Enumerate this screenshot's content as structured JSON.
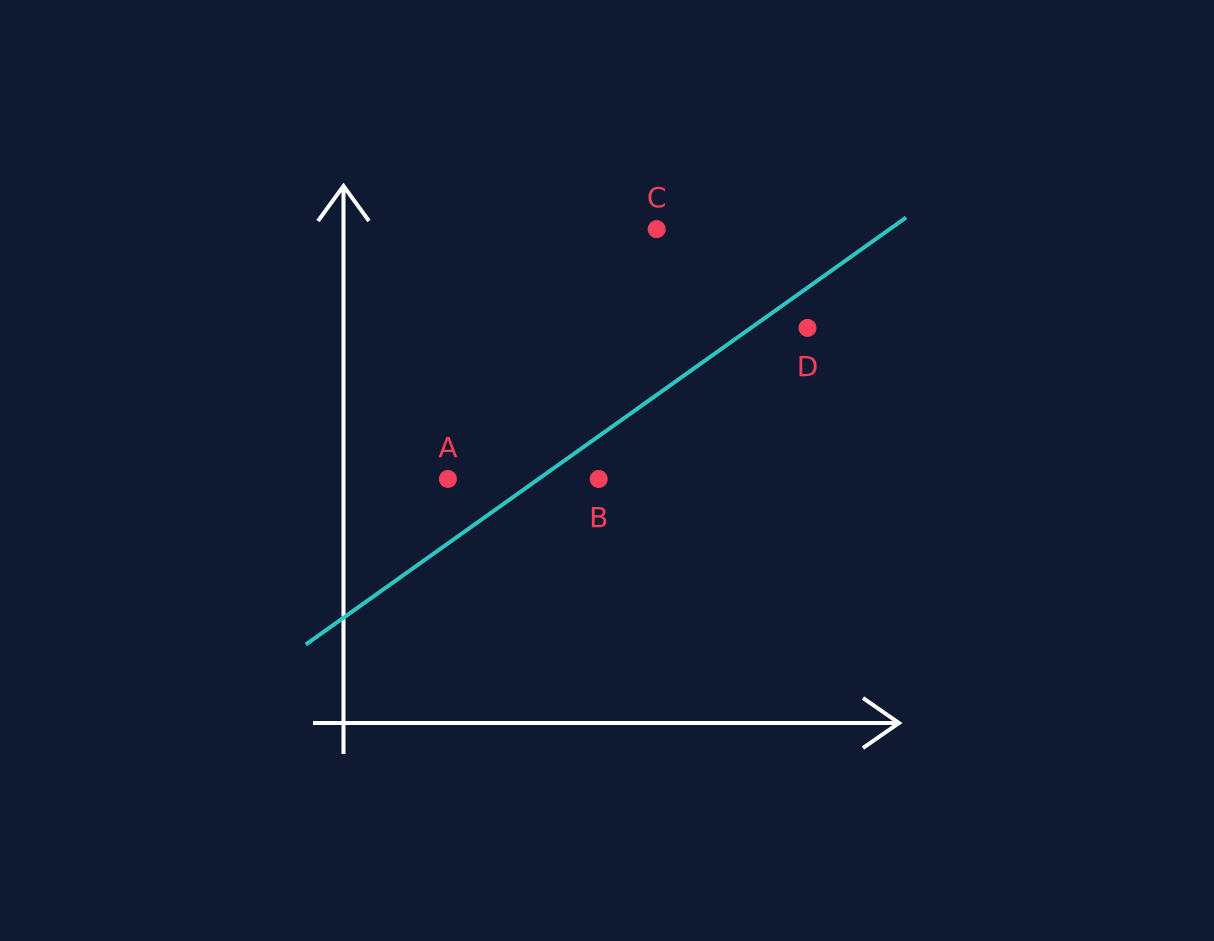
{
  "colors": {
    "background": "#0f1932",
    "axis": "#ffffff",
    "line": "#2ec4c0",
    "point": "#f4405a"
  },
  "chart_data": {
    "type": "scatter",
    "title": "",
    "xlabel": "",
    "ylabel": "",
    "grid": false,
    "xlim": [
      0,
      10
    ],
    "ylim": [
      0,
      10
    ],
    "points": [
      {
        "label": "A",
        "x": 1.8,
        "y": 4.2,
        "label_position": "above"
      },
      {
        "label": "B",
        "x": 4.4,
        "y": 4.2,
        "label_position": "below"
      },
      {
        "label": "C",
        "x": 5.4,
        "y": 8.5,
        "label_position": "above"
      },
      {
        "label": "D",
        "x": 8.0,
        "y": 6.8,
        "label_position": "below"
      }
    ],
    "fit_line": {
      "x": [
        -0.65,
        9.7
      ],
      "y": [
        1.35,
        8.7
      ]
    }
  }
}
